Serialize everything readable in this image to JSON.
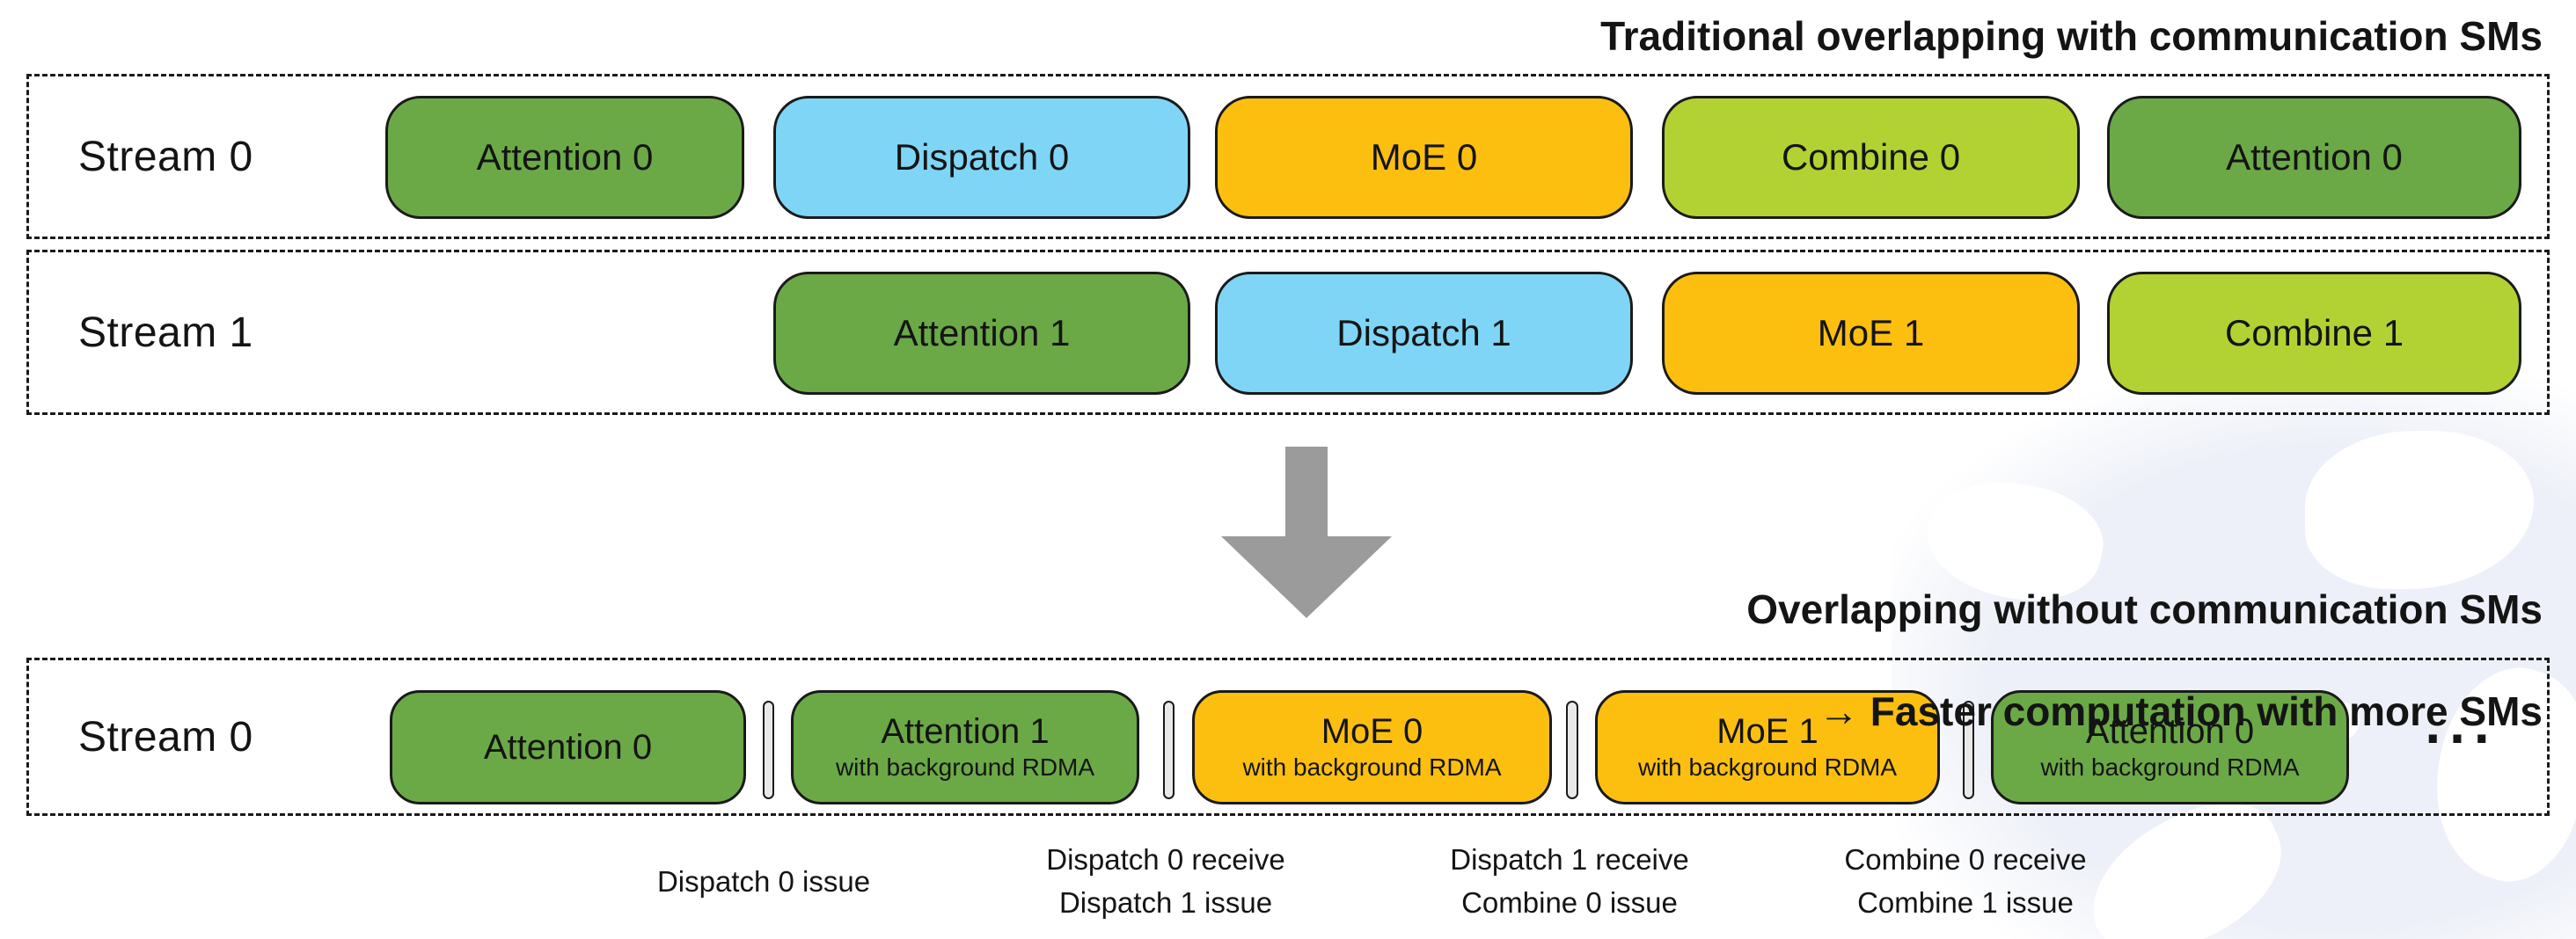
{
  "palette": {
    "green": "#6BA947",
    "blue": "#7FD5F6",
    "amber": "#FCBF10",
    "lime": "#B2D233",
    "box_border": "#1A1A1A",
    "dash_border": "#1A1A1A",
    "arrow_gray": "#9B9B9B",
    "divider_fill": "#E9E9E9",
    "text": "#141414",
    "watermark_tint": "#EDF0F8"
  },
  "top_section": {
    "title": "Traditional overlapping with communication SMs",
    "rows": [
      {
        "label": "Stream 0",
        "blocks": [
          {
            "label": "Attention 0",
            "color": "#6BA947"
          },
          {
            "label": "Dispatch 0",
            "color": "#7FD5F6"
          },
          {
            "label": "MoE 0",
            "color": "#FCBF10"
          },
          {
            "label": "Combine 0",
            "color": "#B2D233"
          },
          {
            "label": "Attention 0",
            "color": "#6BA947"
          }
        ]
      },
      {
        "label": "Stream 1",
        "blocks": [
          {
            "label": "Attention 1",
            "color": "#6BA947"
          },
          {
            "label": "Dispatch 1",
            "color": "#7FD5F6"
          },
          {
            "label": "MoE 1",
            "color": "#FCBF10"
          },
          {
            "label": "Combine 1",
            "color": "#B2D233"
          }
        ]
      }
    ]
  },
  "bottom_section": {
    "title_line1": "Overlapping without communication SMs",
    "title_line2": "→ Faster computation with more SMs",
    "row": {
      "label": "Stream 0",
      "ellipsis": "...",
      "blocks": [
        {
          "label": "Attention 0",
          "subtitle": "",
          "color": "#6BA947"
        },
        {
          "label": "Attention 1",
          "subtitle": "with background RDMA",
          "color": "#6BA947"
        },
        {
          "label": "MoE 0",
          "subtitle": "with background RDMA",
          "color": "#FCBF10"
        },
        {
          "label": "MoE 1",
          "subtitle": "with background RDMA",
          "color": "#FCBF10"
        },
        {
          "label": "Attention 0",
          "subtitle": "with background RDMA",
          "color": "#6BA947"
        }
      ]
    },
    "annotations": [
      {
        "lines": [
          "Dispatch 0 issue"
        ]
      },
      {
        "lines": [
          "Dispatch 0 receive",
          "Dispatch 1 issue"
        ]
      },
      {
        "lines": [
          "Dispatch 1 receive",
          "Combine 0 issue"
        ]
      },
      {
        "lines": [
          "Combine 0 receive",
          "Combine 1 issue"
        ]
      }
    ]
  }
}
